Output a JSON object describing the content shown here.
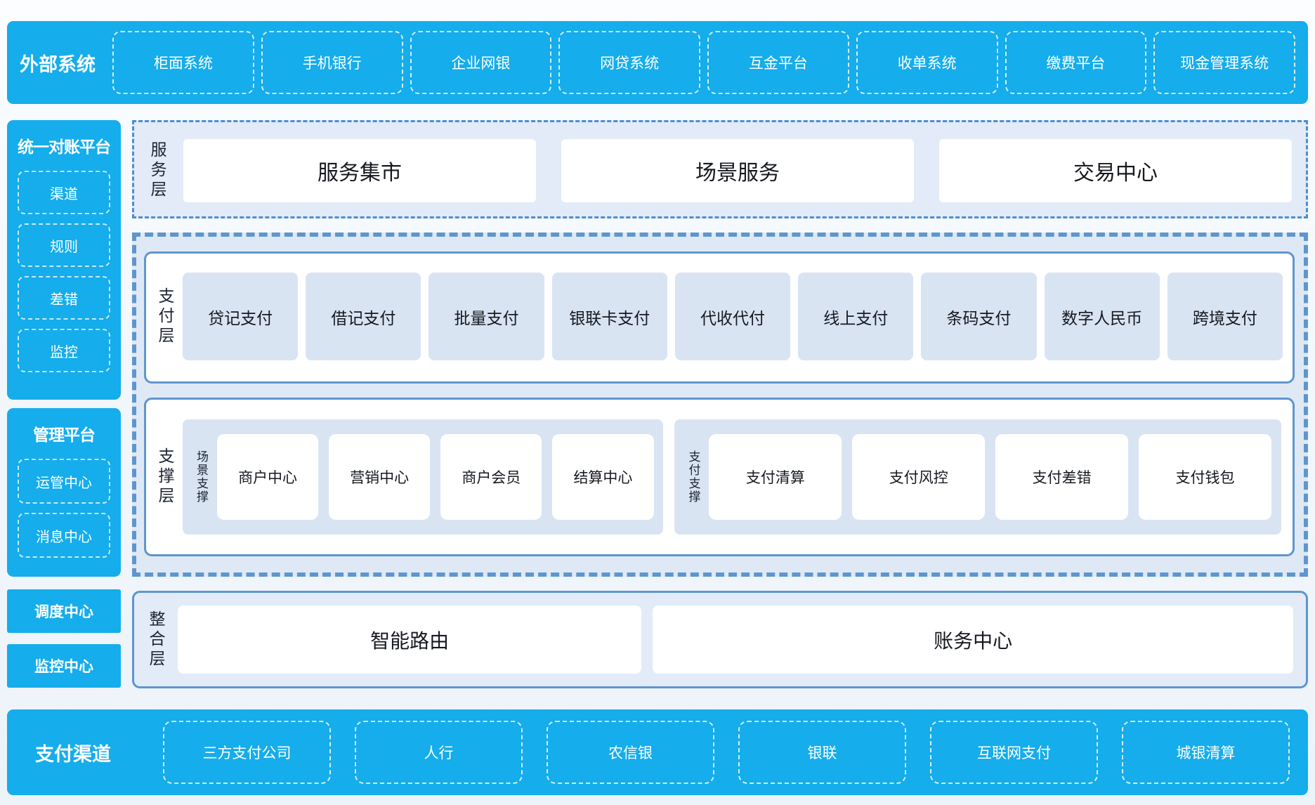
{
  "colors": {
    "banner_blue": "#15adeb",
    "border_blue": "#5e96cf",
    "panel_light": "#e2ebf7",
    "container_light": "#dfe9f6",
    "item_light": "#d9e4f3",
    "text_dark": "#16191f",
    "text_white": "#ffffff"
  },
  "top_banner": {
    "label": "外部系统",
    "items": [
      "柜面系统",
      "手机银行",
      "企业网银",
      "网贷系统",
      "互金平台",
      "收单系统",
      "缴费平台",
      "现金管理系统"
    ]
  },
  "sidebar": {
    "recon_panel": {
      "title": "统一对账平台",
      "items": [
        "渠道",
        "规则",
        "差错",
        "监控"
      ]
    },
    "mgmt_panel": {
      "title": "管理平台",
      "items": [
        "运管中心",
        "消息中心"
      ]
    },
    "solo_boxes": [
      "调度中心",
      "监控中心"
    ]
  },
  "service_layer": {
    "label": "服务层",
    "items": [
      "服务集市",
      "场景服务",
      "交易中心"
    ]
  },
  "payment_layer": {
    "label": "支付层",
    "items": [
      "贷记支付",
      "借记支付",
      "批量支付",
      "银联卡支付",
      "代收代付",
      "线上支付",
      "条码支付",
      "数字人民币",
      "跨境支付"
    ]
  },
  "support_layer": {
    "label": "支撑层",
    "groups": [
      {
        "label": "场景支撑",
        "items": [
          "商户中心",
          "营销中心",
          "商户会员",
          "结算中心"
        ]
      },
      {
        "label": "支付支撑",
        "items": [
          "支付清算",
          "支付风控",
          "支付差错",
          "支付钱包"
        ]
      }
    ]
  },
  "integration_layer": {
    "label": "整合层",
    "items": [
      "智能路由",
      "账务中心"
    ]
  },
  "bottom_banner": {
    "label": "支付渠道",
    "items": [
      "三方支付公司",
      "人行",
      "农信银",
      "银联",
      "互联网支付",
      "城银清算"
    ]
  }
}
